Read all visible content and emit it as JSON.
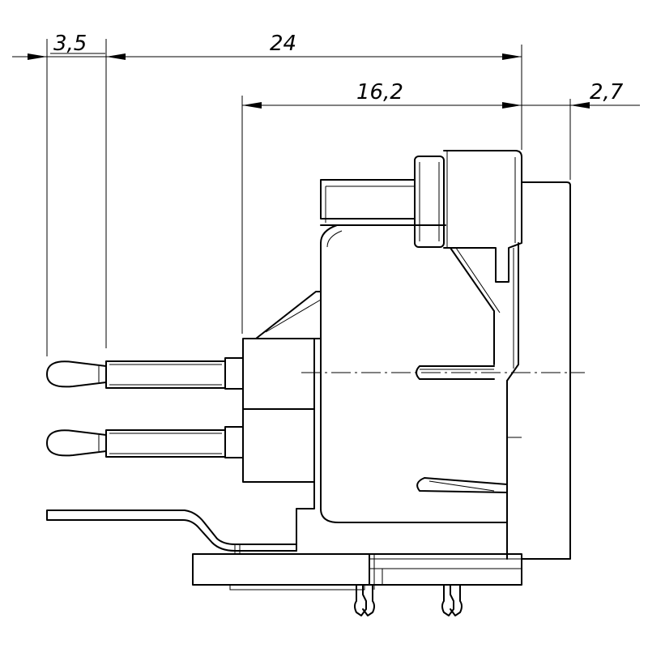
{
  "drawing": {
    "dimensions": {
      "pin_offset": "3,5",
      "overall_length": "24",
      "body_depth": "16,2",
      "flange_thickness": "2,7"
    }
  }
}
